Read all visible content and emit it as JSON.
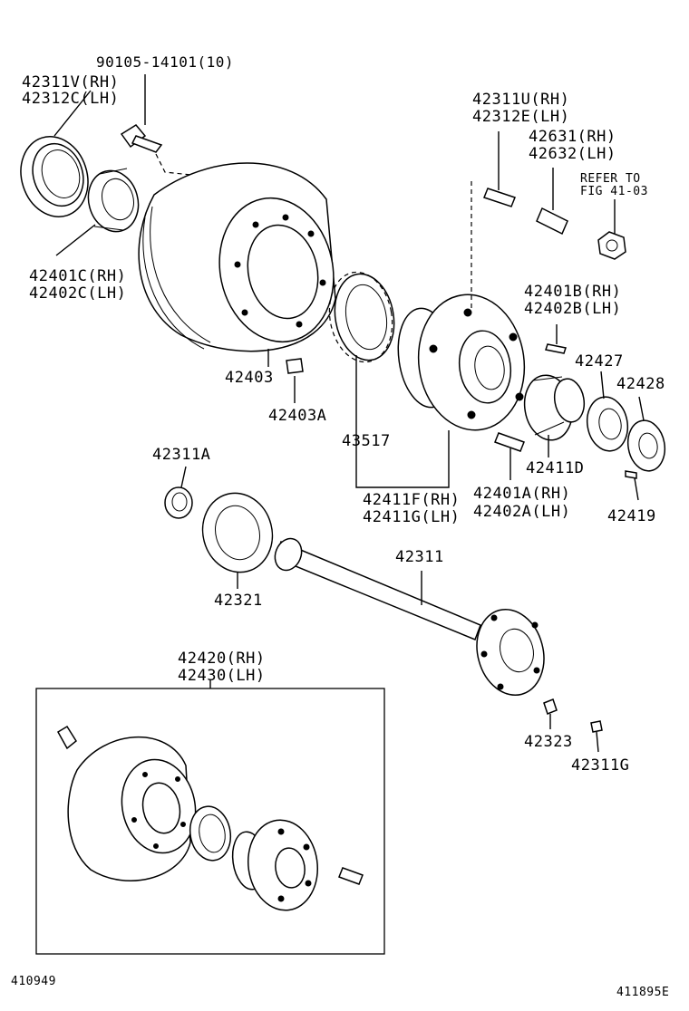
{
  "labels": {
    "bolt_90105": "90105-14101(10)",
    "seal_rh": "42311V(RH)",
    "seal_lh": "42312C(LH)",
    "bearing_c_rh": "42401C(RH)",
    "bearing_c_lh": "42402C(LH)",
    "drum": "42403",
    "drum_a": "42403A",
    "bolt_u_rh": "42311U(RH)",
    "bolt_e_lh": "42312E(LH)",
    "stud_rh": "42631(RH)",
    "stud_lh": "42632(LH)",
    "refer_1": "REFER TO",
    "refer_2": "FIG 41-03",
    "pin_b_rh": "42401B(RH)",
    "pin_b_lh": "42402B(LH)",
    "part_42427": "42427",
    "part_42428": "42428",
    "part_43517": "43517",
    "part_42411d": "42411D",
    "part_42311a": "42311A",
    "hub_f_rh": "42411F(RH)",
    "hub_g_lh": "42411G(LH)",
    "pin_a_rh": "42401A(RH)",
    "pin_a_lh": "42402A(LH)",
    "part_42419": "42419",
    "part_42311": "42311",
    "part_42321": "42321",
    "assy_rh": "42420(RH)",
    "assy_lh": "42430(LH)",
    "part_42323": "42323",
    "part_42311g": "42311G",
    "code_left": "410949",
    "code_right": "411895E"
  }
}
